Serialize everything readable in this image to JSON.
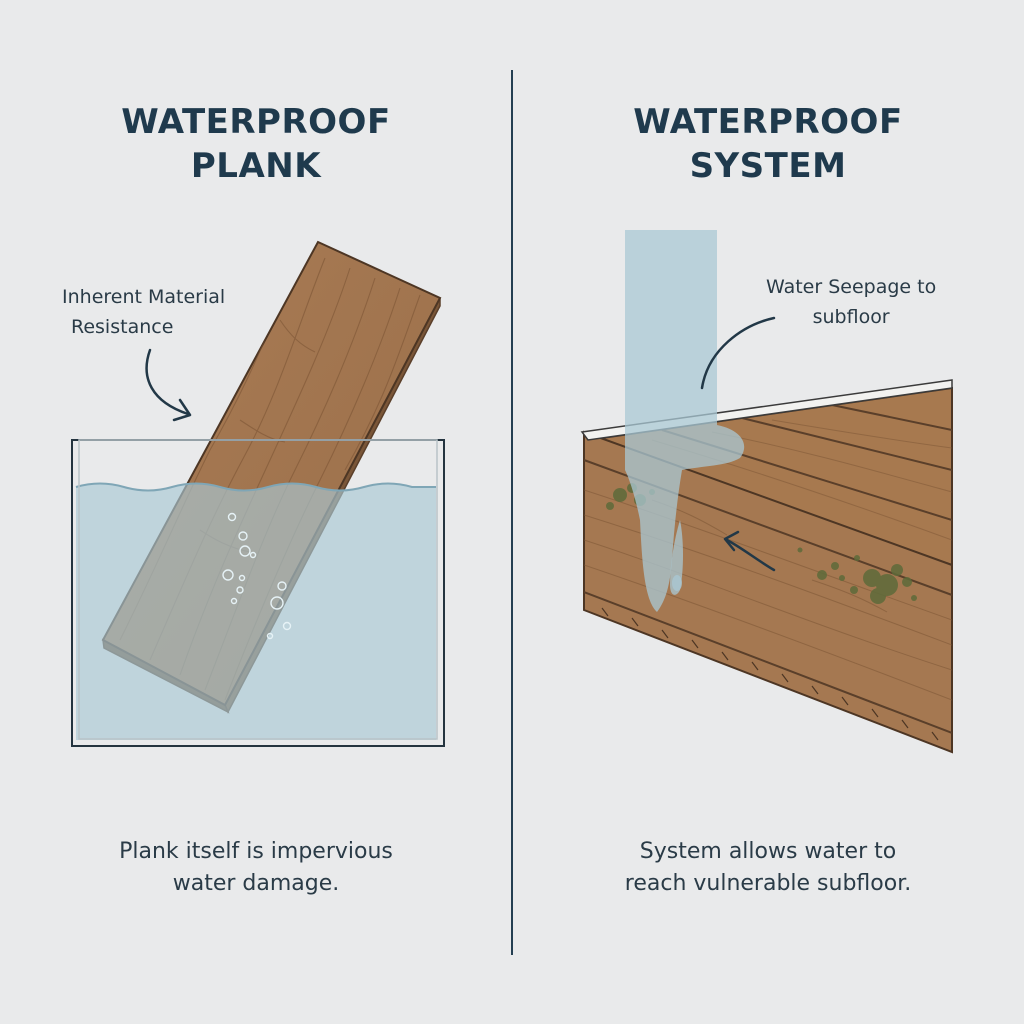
{
  "left": {
    "title_line1": "WATERPROOF",
    "title_line2": "PLANK",
    "label_line1": "Inherent Material",
    "label_line2": "Resistance",
    "caption_line1": "Plank itself is impervious",
    "caption_line2": "water damage."
  },
  "right": {
    "title_line1": "WATERPROOF",
    "title_line2": "SYSTEM",
    "label_line1": "Water Seepage to",
    "label_line2": "subfloor",
    "caption_line1": "System allows water to",
    "caption_line2": "reach vulnerable subfloor."
  },
  "colors": {
    "background": "#e9eaeb",
    "title": "#1f3a4d",
    "wood": "#a57851",
    "water": "#a9c8d4",
    "mold": "#5e6b3a",
    "divider": "#243f52"
  }
}
